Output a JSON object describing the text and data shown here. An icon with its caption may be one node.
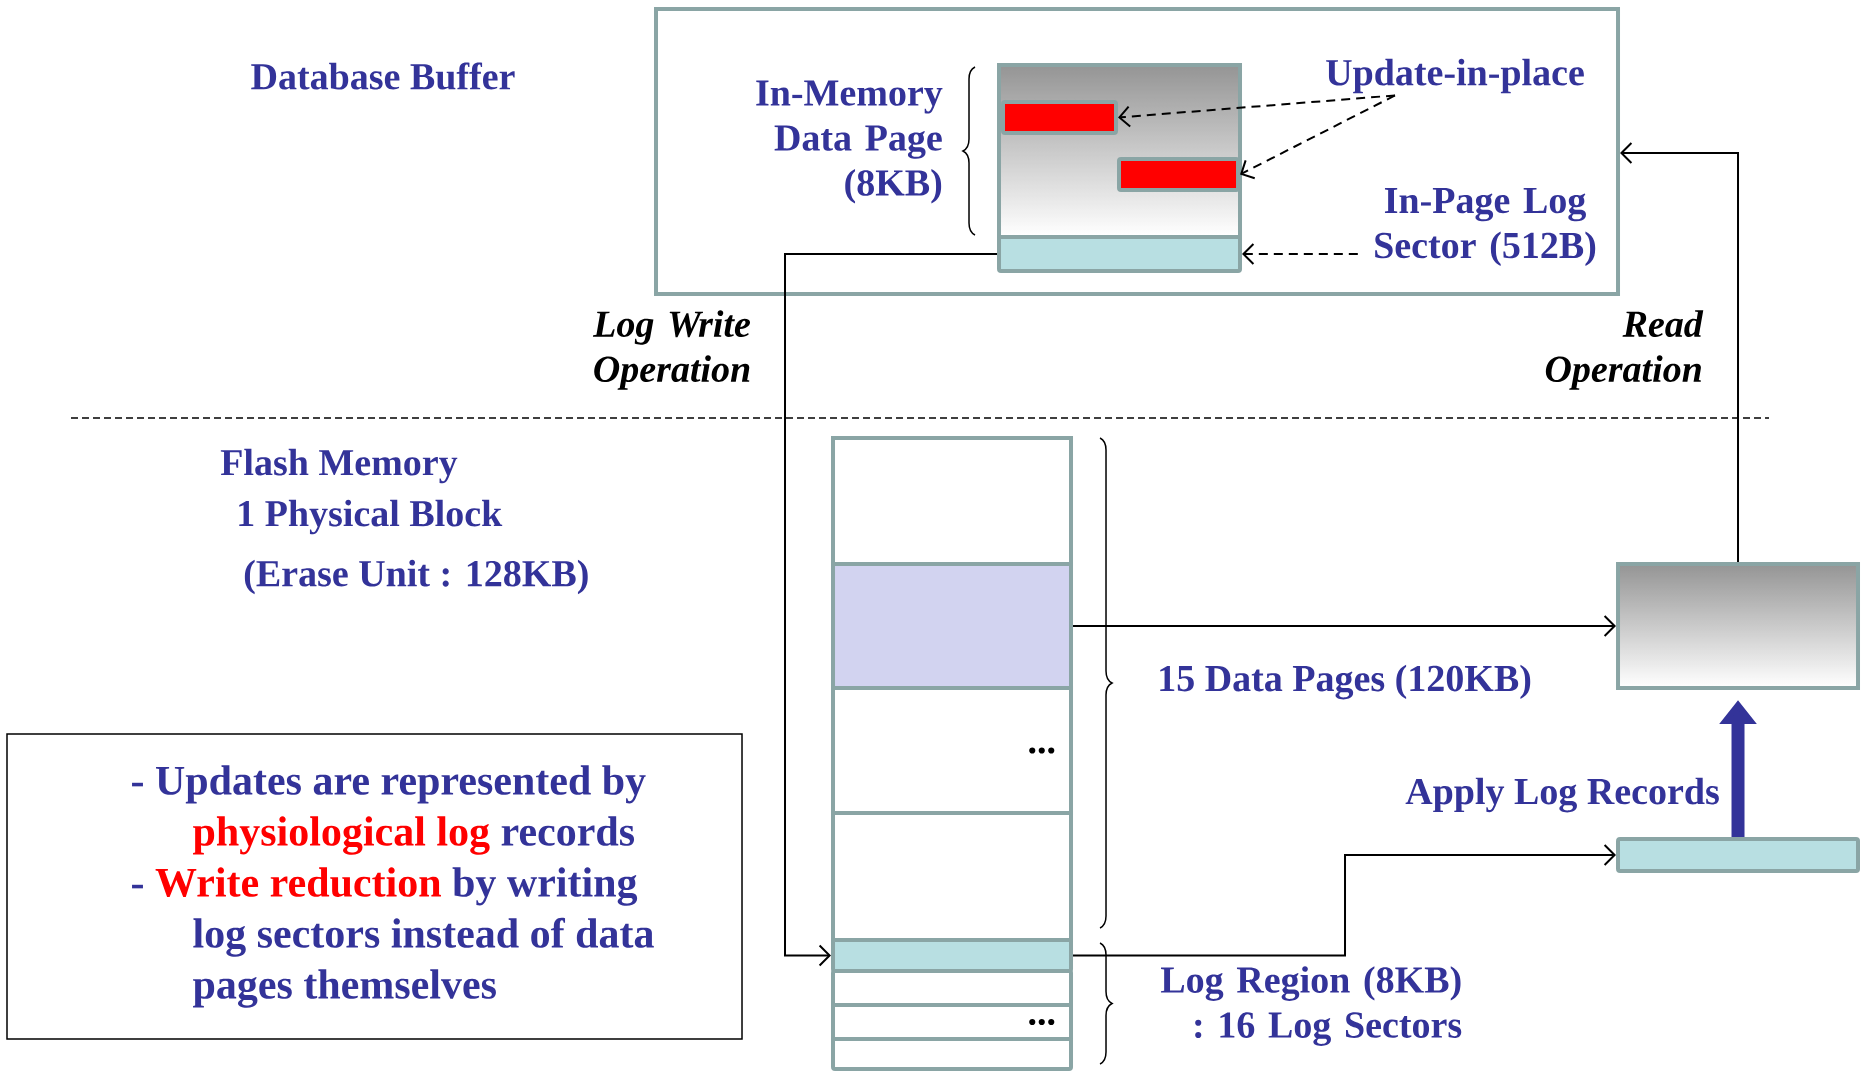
{
  "diagram": {
    "nodes": [
      {
        "text": [],
        "shape": "box"
      },
      {
        "text": [],
        "shape": "box",
        "in": 0
      },
      {
        "text": [],
        "shape": "bar",
        "in": 1
      },
      {
        "text": [],
        "shape": "bar",
        "in": 1
      },
      {
        "text": [],
        "shape": "bar",
        "in": 0
      },
      {
        "text": [
          "Update-in-place"
        ],
        "in": 0
      },
      {
        "text": [
          "In-Page Log Sector (512B)"
        ],
        "in": 0
      },
      {
        "text": [],
        "shape": "box"
      },
      {
        "text": [],
        "shape": "box"
      },
      {
        "text": [
          "..."
        ]
      },
      {
        "text": [],
        "shape": "box"
      },
      {
        "text": [],
        "shape": "bar"
      },
      {
        "text": [],
        "shape": "bar"
      },
      {
        "text": [
          "..."
        ]
      },
      {
        "text": [],
        "shape": "bar"
      },
      {
        "text": [],
        "shape": "box"
      },
      {
        "text": [],
        "shape": "bar"
      },
      {
        "text": [
          "- Updates are represented by",
          "physiological log",
          "records",
          "-",
          "Write reduction",
          "by writing log sectors instead of data pages themselves"
        ]
      }
    ],
    "edges": [
      {
        "from": 5,
        "to": 2,
        "arrow": "to",
        "style": "dashed"
      },
      {
        "from": 5,
        "to": 3,
        "arrow": "to",
        "style": "dashed"
      },
      {
        "from": 6,
        "to": 4,
        "arrow": "to",
        "style": "dashed"
      },
      {
        "from": 4,
        "to": 11,
        "arrow": "to",
        "label": "Log Write Operation"
      },
      {
        "from": 8,
        "to": 15,
        "arrow": "to"
      },
      {
        "from": 11,
        "to": 16,
        "arrow": "to"
      },
      {
        "from": 16,
        "to": 15,
        "arrow": "to",
        "label": "Apply Log Records",
        "style": "thick",
        "color": "#333399"
      },
      {
        "from": 15,
        "to": 0,
        "arrow": "to",
        "label": "Read Operation"
      }
    ],
    "labels": [
      "Database Buffer",
      "In-Memory Data Page (8KB)",
      "Flash Memory",
      "1 Physical Block",
      "(Erase Unit : 128KB)",
      "15 Data Pages (120KB)",
      "Log Region (8KB) : 16 Log Sectors"
    ]
  }
}
